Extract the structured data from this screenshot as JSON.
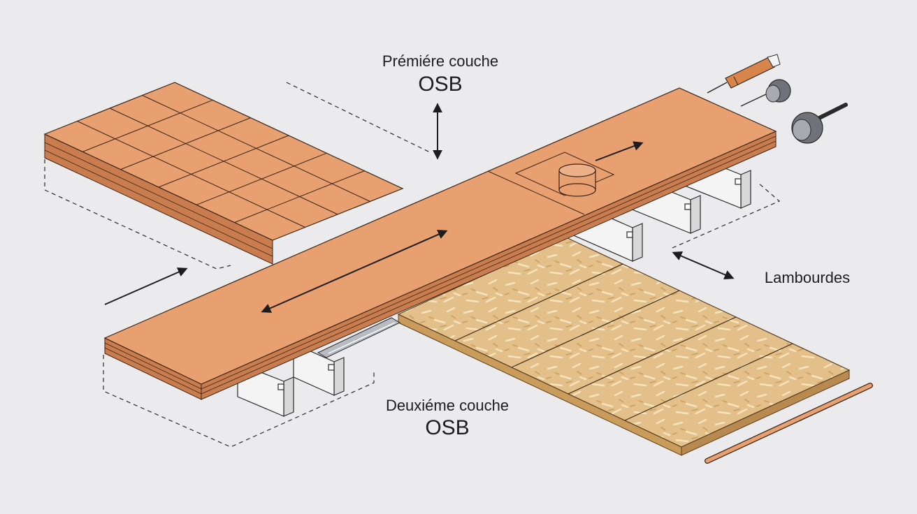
{
  "labels": {
    "top_line1": "Prémiére couche",
    "top_line2": "OSB",
    "bottom_line1": "Deuxiéme couche",
    "bottom_line2": "OSB",
    "right": "Lambourdes"
  },
  "colors": {
    "background": "#ebebed",
    "panel_orange": "#e8a070",
    "panel_side": "#c97d4f",
    "osb": "#e3c089",
    "joist": "#f4f4f4",
    "line": "#1d1d1d"
  },
  "icons": [
    "utility-knife-icon",
    "small-roller-icon",
    "seam-roller-icon",
    "wood-strip-icon"
  ]
}
